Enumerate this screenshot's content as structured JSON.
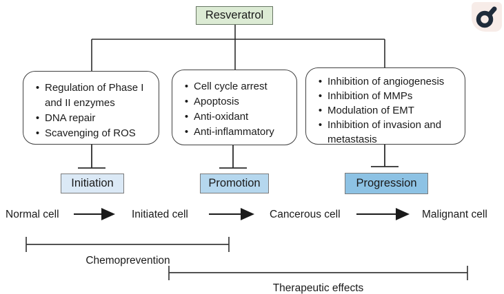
{
  "title": "Resveratrol",
  "bullet_char": "•",
  "effect_boxes": [
    {
      "bullets": [
        "Regulation of Phase I and II enzymes",
        "DNA repair",
        "Scavenging of ROS"
      ]
    },
    {
      "bullets": [
        "Cell cycle arrest",
        "Apoptosis",
        "Anti-oxidant",
        "Anti-inflammatory"
      ]
    },
    {
      "bullets": [
        "Inhibition of angiogenesis",
        "Inhibition of MMPs",
        "Modulation of EMT",
        "Inhibition of invasion and metastasis"
      ]
    }
  ],
  "stages": [
    {
      "label": "Initiation",
      "fill": "#dbe9f6"
    },
    {
      "label": "Promotion",
      "fill": "#b5d7ee"
    },
    {
      "label": "Progression",
      "fill": "#8dc2e4"
    }
  ],
  "cells": [
    "Normal cell",
    "Initiated cell",
    "Cancerous cell",
    "Malignant cell"
  ],
  "spans": [
    {
      "label": "Chemoprevention"
    },
    {
      "label": "Therapeutic effects"
    }
  ],
  "icon": {
    "name": "male-symbol-icon"
  },
  "colors": {
    "resveratrol_fill": "#dcebd4",
    "resveratrol_border": "#667562",
    "line": "#2b2b2b",
    "stage_border": "#7a7a7a",
    "icon_bg": "#f7ece8",
    "icon_fg": "#1e2b3a"
  }
}
